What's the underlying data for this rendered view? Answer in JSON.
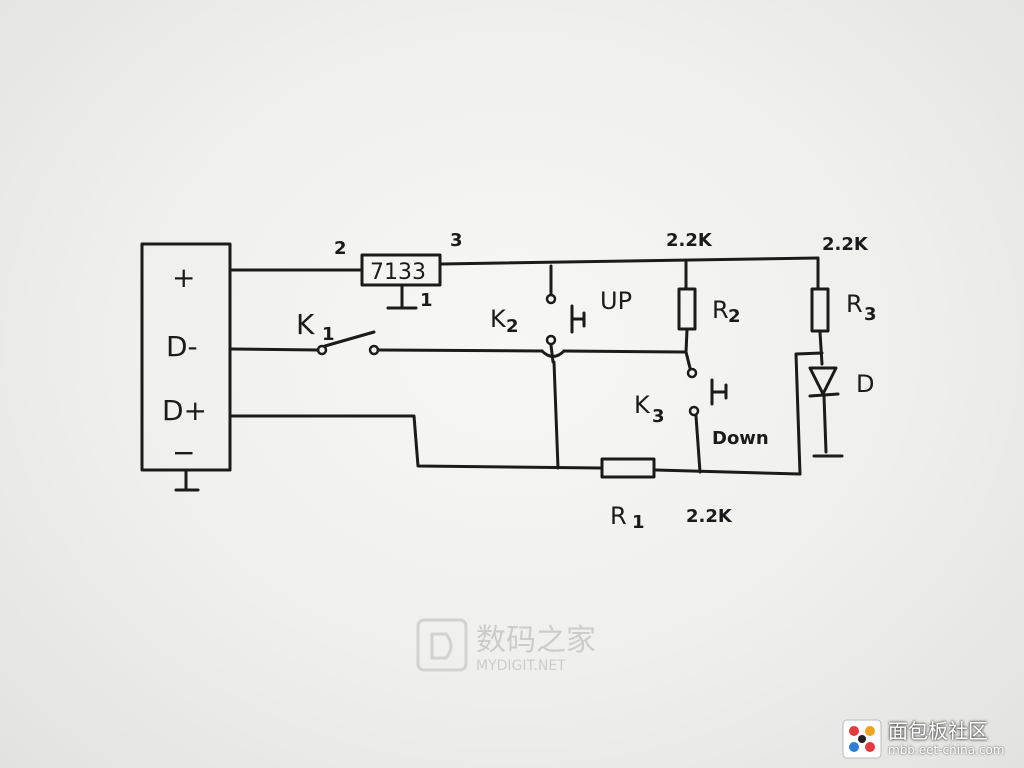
{
  "connector": {
    "pins": [
      "+",
      "D-",
      "D+",
      "−"
    ]
  },
  "regulator": {
    "label": "7133",
    "pin_in": "2",
    "pin_out": "3",
    "pin_gnd": "1"
  },
  "switches": {
    "k1": "K",
    "k1_sub": "1",
    "k2": "K",
    "k2_sub": "2",
    "k2_note": "UP",
    "k3": "K",
    "k3_sub": "3",
    "k3_note": "Down"
  },
  "resistors": {
    "r1": "R",
    "r1_sub": "1",
    "r1_value": "2.2K",
    "r2": "R",
    "r2_sub": "2",
    "r2_value": "2.2K",
    "r3": "R",
    "r3_sub": "3",
    "r3_value": "2.2K"
  },
  "diode": {
    "label": "D"
  },
  "watermarks": {
    "center_cn": "数码之家",
    "center_en": "MYDIGIT.NET",
    "corner_cn": "面包板社区",
    "corner_url": "mbb.eet-china.com"
  },
  "colors": {
    "ink": "#1b1b1b",
    "paper": "#f2f2f0"
  }
}
